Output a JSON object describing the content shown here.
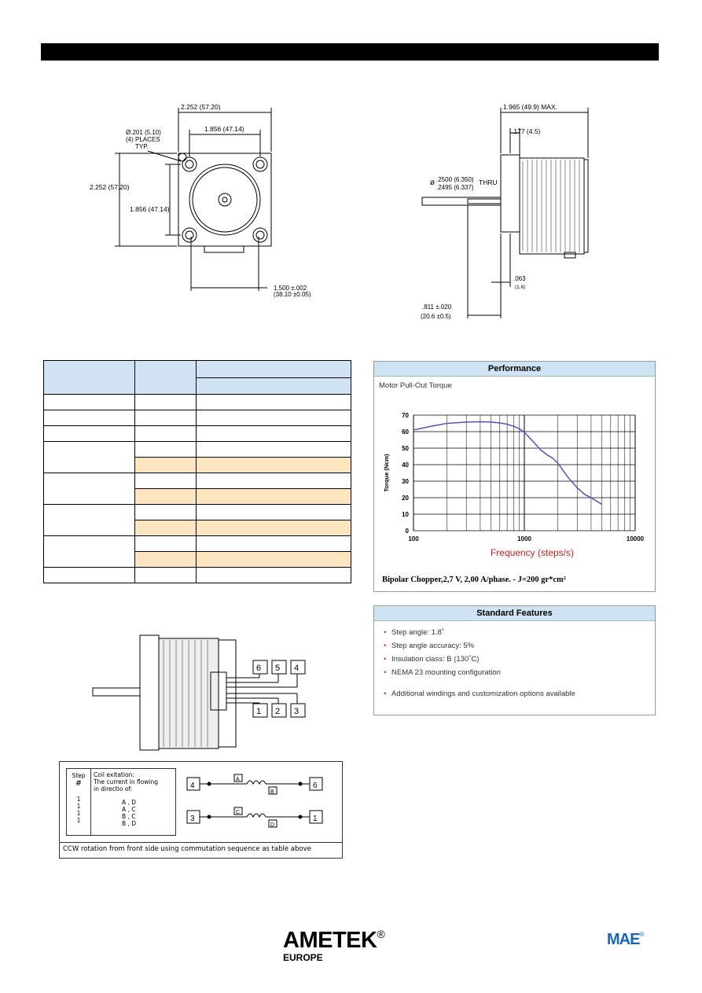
{
  "drawing_front": {
    "dim_width": "2.252 (57.20)",
    "dim_bolt_h": "1.856 (47.14)",
    "dim_hole": "Ø.201 (5.10)",
    "dim_hole_2": "(4) PLACES",
    "dim_hole_3": "TYP.",
    "dim_height": "2.252 (57.20)",
    "dim_bolt_v": "1.856 (47.14)",
    "dim_pilot": "1.500 ±.002",
    "dim_pilot_2": "(38.10 ±0.05)"
  },
  "drawing_side": {
    "dim_length": "1.965 (49.9)  MAX.",
    "dim_flange": ".177 (4.5)",
    "dim_shaft_1": ".2500 (6.350)",
    "dim_shaft_2": ".2495 (6.337)",
    "dim_thru": "THRU",
    "dim_step_1": ".063",
    "dim_step_2": "(1.6)",
    "dim_shaft_len_1": ".811 ±.020",
    "dim_shaft_len_2": "(20.6 ±0.5)"
  },
  "performance": {
    "header": "Performance",
    "subtitle": "Motor Pull-Out Torque",
    "footer": "Bipolar Chopper,2,7 V, 2,00 A/phase. - J=200 gr*cm²"
  },
  "chart_data": {
    "type": "line",
    "title": "",
    "xlabel": "Frequency (steps/s)",
    "ylabel": "Torque (Ncm)",
    "xscale": "log",
    "xlim": [
      100,
      10000
    ],
    "ylim": [
      0,
      70
    ],
    "grid": true,
    "x_ticks": [
      "100",
      "1000",
      "10000"
    ],
    "y_ticks": [
      "0",
      "10",
      "20",
      "30",
      "40",
      "50",
      "60",
      "70"
    ],
    "series": [
      {
        "x": [
          100,
          150,
          200,
          300,
          400,
          500,
          600,
          700,
          800,
          900,
          1000,
          1200,
          1400,
          1600,
          1800,
          2000,
          2500,
          3000,
          3500,
          4000,
          5000
        ],
        "y": [
          61,
          63.5,
          65,
          65.8,
          66,
          65.8,
          65.3,
          64.5,
          63.3,
          61.8,
          59.5,
          54,
          49,
          46,
          44,
          41,
          32,
          26,
          22,
          20,
          16
        ]
      }
    ],
    "colors": {
      "line": "#5b5bb7",
      "xlabel": "#d42020"
    }
  },
  "features": {
    "header": "Standard Features",
    "items": [
      "Step angle: 1.8˚",
      "Step angle accuracy: 5%",
      "Insulation class: B (130˚C)",
      "NEMA 23 mounting configuration"
    ],
    "extra": "Additional windings and customization options available"
  },
  "wiring": {
    "top_numbers": [
      "6",
      "5",
      "4"
    ],
    "bottom_numbers": [
      "1",
      "2",
      "3"
    ]
  },
  "sequence": {
    "step_head_1": "Step",
    "step_head_2": "#",
    "coil_head_1": "Coil exitation:",
    "coil_head_2": "The current in flowing",
    "coil_head_3": "in directio of:",
    "rows": [
      {
        "step": "1",
        "coils": "A , D"
      },
      {
        "step": "1",
        "coils": "A , C"
      },
      {
        "step": "1",
        "coils": "B , C"
      },
      {
        "step": "1",
        "coils": "B , D"
      }
    ],
    "coil1": {
      "left": "4",
      "right": "6",
      "label_a": "A",
      "label_b": "B"
    },
    "coil2": {
      "left": "3",
      "right": "1",
      "label_a": "C",
      "label_b": "D"
    },
    "caption": "CCW rotation from front side using commutation sequence as table above"
  },
  "brand": {
    "name": "AMETEK",
    "reg": "®",
    "sub": "EUROPE",
    "mae": "MAE",
    "mae_reg": "®",
    "colors": {
      "mae": "#1565c0",
      "ametek": "#000000",
      "ametek_accent": "#d81b1b"
    }
  }
}
